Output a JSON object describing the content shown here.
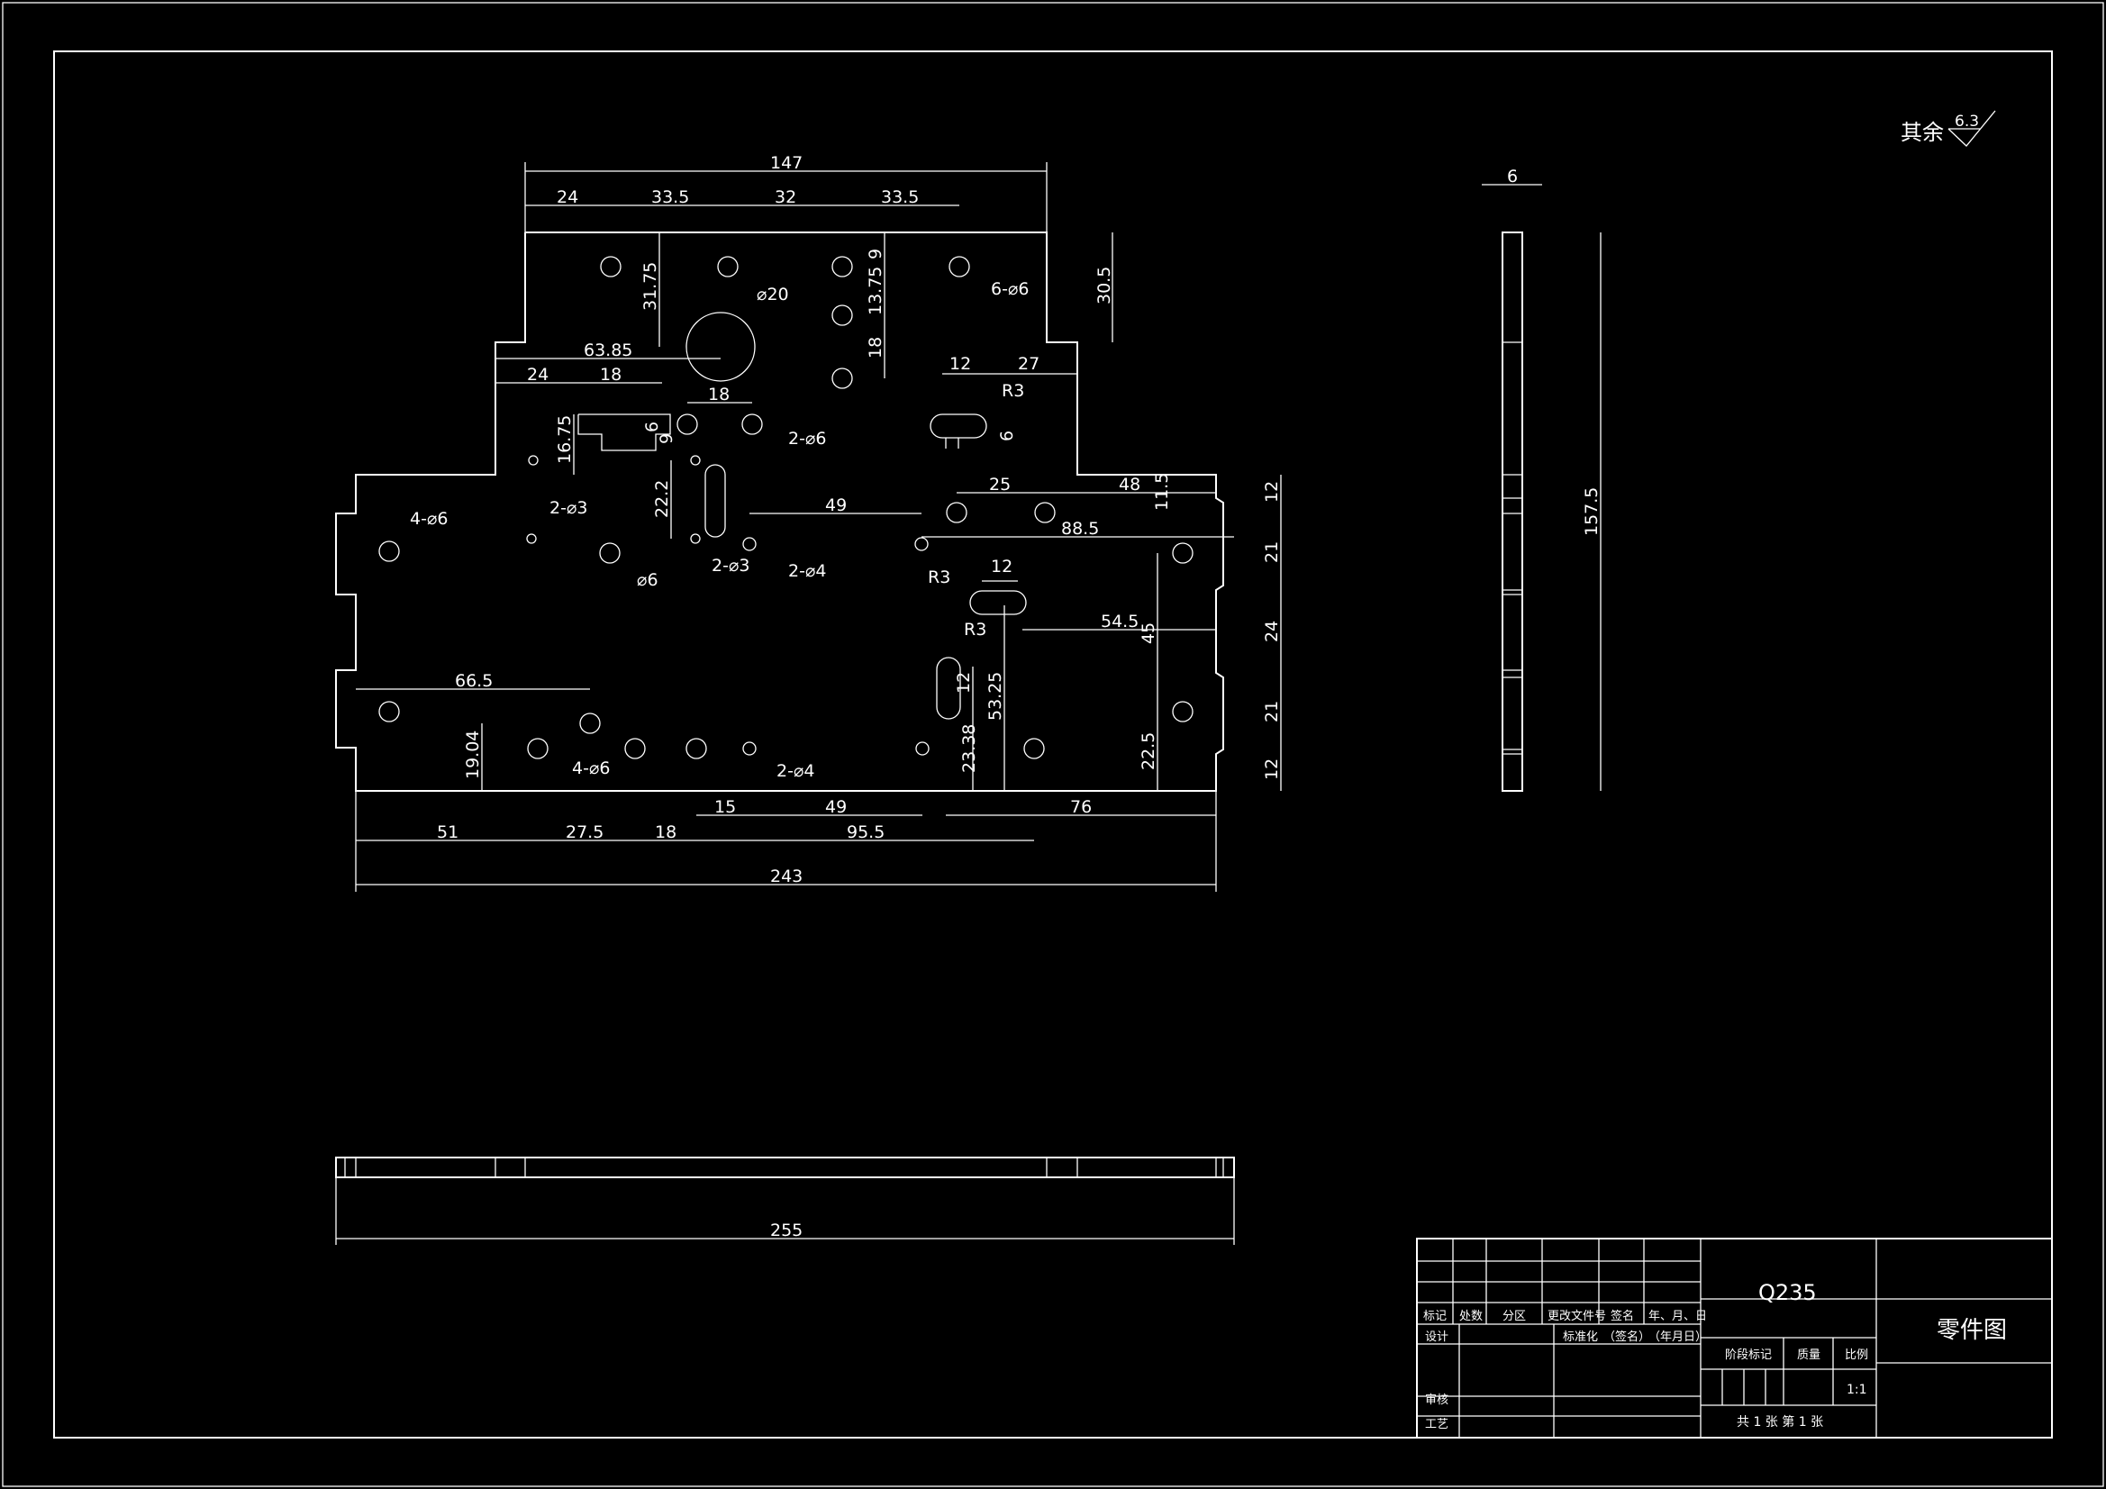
{
  "surface_finish": {
    "label": "其余",
    "value": "6.3"
  },
  "dimensions": {
    "d147": "147",
    "d24a": "24",
    "d33_5a": "33.5",
    "d32": "32",
    "d33_5b": "33.5",
    "d9a": "9",
    "d31_75": "31.75",
    "d13_75": "13.75",
    "d18v": "18",
    "d30_5": "30.5",
    "d63_85": "63.85",
    "d24b": "24",
    "d18a": "18",
    "d18b": "18",
    "d6a": "6",
    "d9b": "9",
    "d16_75": "16.75",
    "d22_2": "22.2",
    "d12a": "12",
    "d27": "27",
    "d6b": "6",
    "d25": "25",
    "d48": "48",
    "d11_5": "11.5",
    "d49a": "49",
    "d88_5": "88.5",
    "d12b": "12",
    "d54_5": "54.5",
    "d45": "45",
    "d12c": "12",
    "d53_25": "53.25",
    "d23_38": "23.38",
    "d22_5": "22.5",
    "d66_5": "66.5",
    "d19_04": "19.04",
    "d15": "15",
    "d49b": "49",
    "d76": "76",
    "d51": "51",
    "d27_5": "27.5",
    "d18c": "18",
    "d95_5": "95.5",
    "d243": "243",
    "d255": "255",
    "d6_side": "6",
    "d157_5": "157.5",
    "r12a": "12",
    "r21a": "21",
    "r24": "24",
    "r21b": "21",
    "r12b": "12"
  },
  "callouts": {
    "phi20": "⌀20",
    "six_phi6": "6-⌀6",
    "two_phi6": "2-⌀6",
    "four_phi6_a": "4-⌀6",
    "two_phi3_a": "2-⌀3",
    "phi6": "⌀6",
    "two_phi3_b": "2-⌀3",
    "two_phi4_a": "2-⌀4",
    "r3_a": "R3",
    "r3_b": "R3",
    "r3_c": "R3",
    "four_phi6_b": "4-⌀6",
    "two_phi4_b": "2-⌀4"
  },
  "title_block": {
    "material": "Q235",
    "drawing_name": "零件图",
    "h_mark": "标记",
    "h_count": "处数",
    "h_zone": "分区",
    "h_doc": "更改文件号",
    "h_sign": "签名",
    "h_date": "年、月、日",
    "design": "设计",
    "standard": "标准化",
    "sign_paren": "（签名）",
    "date_paren": "（年月日）",
    "stage": "阶段标记",
    "weight": "质量",
    "scale_label": "比例",
    "scale": "1:1",
    "review": "审核",
    "process": "工艺",
    "sheets": "共  1  张  第  1  张"
  }
}
